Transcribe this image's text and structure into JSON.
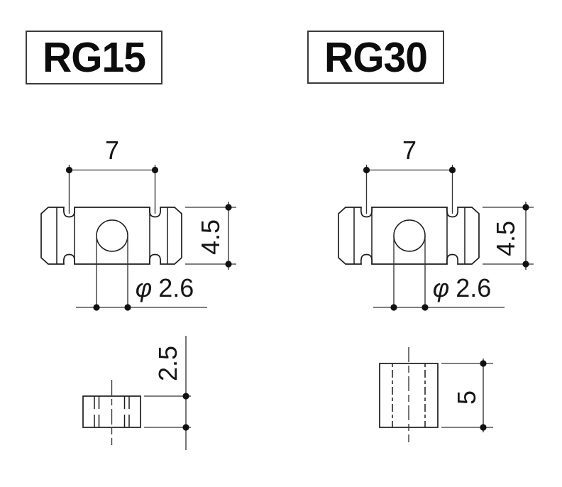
{
  "page": {
    "background": "#ffffff"
  },
  "colors": {
    "line": "#1c1c1c",
    "dimension_line": "#333333",
    "text": "#111111",
    "box_border": "#3a3a3a"
  },
  "products": [
    {
      "model": "RG15",
      "front_view": {
        "top_width": "7",
        "side_height": "4.5",
        "hole_diameter_symbol": "φ",
        "hole_diameter_value": "2.6"
      },
      "bottom_view": {
        "height": "2.5"
      }
    },
    {
      "model": "RG30",
      "front_view": {
        "top_width": "7",
        "side_height": "4.5",
        "hole_diameter_symbol": "φ",
        "hole_diameter_value": "2.6"
      },
      "bottom_view": {
        "height": "5"
      }
    }
  ]
}
